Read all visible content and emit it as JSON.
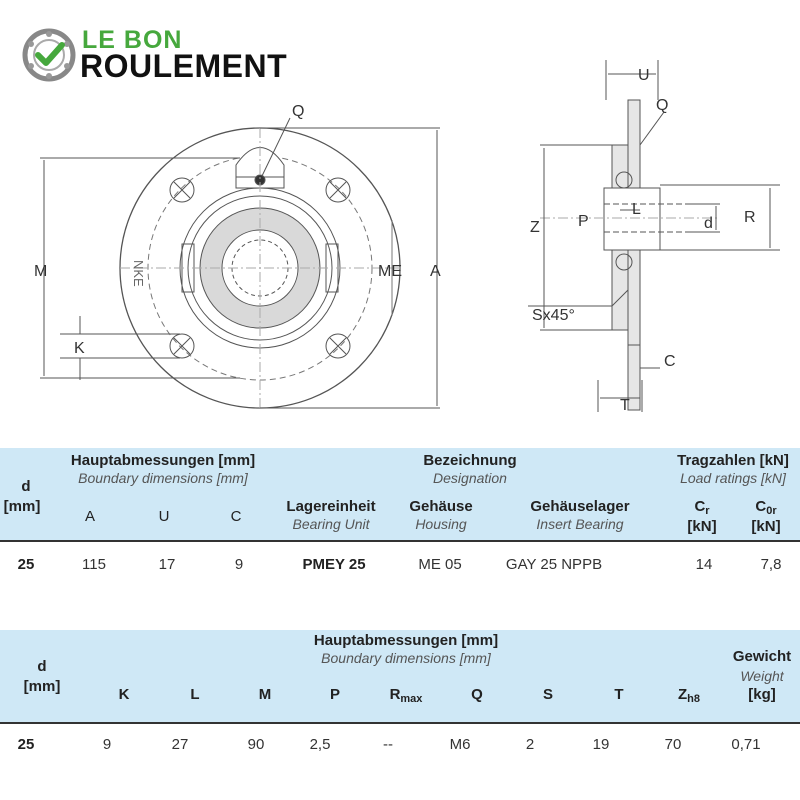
{
  "logo": {
    "line1": "LE BON",
    "line2": "ROULEMENT"
  },
  "drawing": {
    "front_labels": {
      "q": "Q",
      "m": "M",
      "me": "ME",
      "a": "A",
      "k": "K",
      "brand": "NKE"
    },
    "side_labels": {
      "u": "U",
      "q": "Q",
      "z": "Z",
      "p": "P",
      "l": "L",
      "d": "d",
      "r": "R",
      "s": "Sx45°",
      "c": "C",
      "t": "T"
    }
  },
  "table1": {
    "d_label": "d",
    "d_unit": "[mm]",
    "group1_de": "Hauptabmessungen [mm]",
    "group1_en": "Boundary dimensions [mm]",
    "col_a": "A",
    "col_u": "U",
    "col_c": "C",
    "group2_de": "Bezeichnung",
    "group2_en": "Designation",
    "unit_de": "Lagereinheit",
    "unit_en": "Bearing Unit",
    "housing_de": "Gehäuse",
    "housing_en": "Housing",
    "insert_de": "Gehäuselager",
    "insert_en": "Insert Bearing",
    "group3_de": "Tragzahlen [kN]",
    "group3_en": "Load ratings [kN]",
    "cr_main": "C",
    "cr_sub": "r",
    "cr_unit": "[kN]",
    "c0r_main": "C",
    "c0r_sub": "0r",
    "c0r_unit": "[kN]",
    "row": {
      "d": "25",
      "a": "115",
      "u": "17",
      "c": "9",
      "unit": "PMEY 25",
      "housing": "ME 05",
      "insert": "GAY 25 NPPB",
      "cr": "14",
      "c0r": "7,8"
    }
  },
  "table2": {
    "d_label": "d",
    "d_unit": "[mm]",
    "group_de": "Hauptabmessungen [mm]",
    "group_en": "Boundary dimensions [mm]",
    "col_k": "K",
    "col_l": "L",
    "col_m": "M",
    "col_p": "P",
    "col_r_main": "R",
    "col_r_sub": "max",
    "col_q": "Q",
    "col_s": "S",
    "col_t": "T",
    "col_z_main": "Z",
    "col_z_sub": "h8",
    "weight_de": "Gewicht",
    "weight_en": "Weight",
    "weight_unit": "[kg]",
    "row": {
      "d": "25",
      "k": "9",
      "l": "27",
      "m": "90",
      "p": "2,5",
      "r": "--",
      "q": "M6",
      "s": "2",
      "t": "19",
      "z": "70",
      "w": "0,71"
    }
  }
}
